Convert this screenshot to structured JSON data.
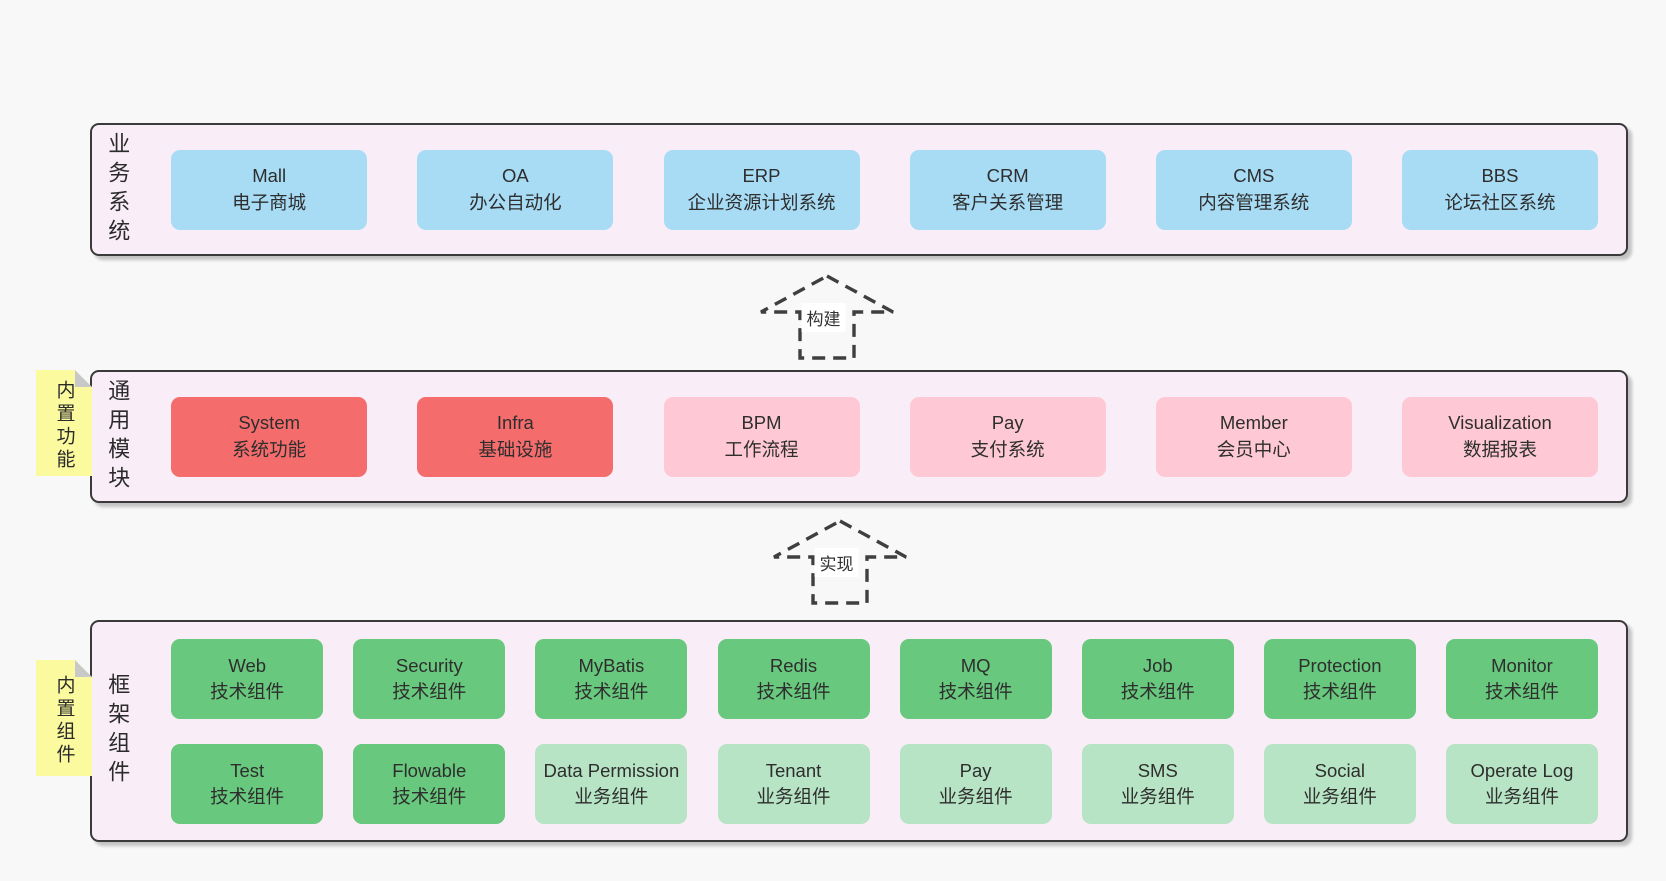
{
  "colors": {
    "page-bg": "#f8f8f8",
    "band-bg": "#f9edf7",
    "band-border": "#3a3a3a",
    "text": "#2e2e2e",
    "blue": "#a8dcf5",
    "red": "#f56c6c",
    "pink": "#fec9d4",
    "green": "#68c87d",
    "light-green": "#b7e4c4",
    "yellow": "#fbfa9f",
    "fold": "#c8c8c8",
    "arrow": "#3f3f3f",
    "arrow-label-bg": "#ffffff"
  },
  "bands": [
    {
      "label": "业务系统",
      "rows": [
        [
          {
            "title": "Mall",
            "subtitle": "电子商城",
            "variant": "blue"
          },
          {
            "title": "OA",
            "subtitle": "办公自动化",
            "variant": "blue"
          },
          {
            "title": "ERP",
            "subtitle": "企业资源计划系统",
            "variant": "blue"
          },
          {
            "title": "CRM",
            "subtitle": "客户关系管理",
            "variant": "blue"
          },
          {
            "title": "CMS",
            "subtitle": "内容管理系统",
            "variant": "blue"
          },
          {
            "title": "BBS",
            "subtitle": "论坛社区系统",
            "variant": "blue"
          }
        ]
      ]
    },
    {
      "label": "通用模块",
      "note": "内置功能",
      "rows": [
        [
          {
            "title": "System",
            "subtitle": "系统功能",
            "variant": "red"
          },
          {
            "title": "Infra",
            "subtitle": "基础设施",
            "variant": "red"
          },
          {
            "title": "BPM",
            "subtitle": "工作流程",
            "variant": "pink"
          },
          {
            "title": "Pay",
            "subtitle": "支付系统",
            "variant": "pink"
          },
          {
            "title": "Member",
            "subtitle": "会员中心",
            "variant": "pink"
          },
          {
            "title": "Visualization",
            "subtitle": "数据报表",
            "variant": "pink"
          }
        ]
      ]
    },
    {
      "label": "框架组件",
      "note": "内置组件",
      "rows": [
        [
          {
            "title": "Web",
            "subtitle": "技术组件",
            "variant": "green"
          },
          {
            "title": "Security",
            "subtitle": "技术组件",
            "variant": "green"
          },
          {
            "title": "MyBatis",
            "subtitle": "技术组件",
            "variant": "green"
          },
          {
            "title": "Redis",
            "subtitle": "技术组件",
            "variant": "green"
          },
          {
            "title": "MQ",
            "subtitle": "技术组件",
            "variant": "green"
          },
          {
            "title": "Job",
            "subtitle": "技术组件",
            "variant": "green"
          },
          {
            "title": "Protection",
            "subtitle": "技术组件",
            "variant": "green"
          },
          {
            "title": "Monitor",
            "subtitle": "技术组件",
            "variant": "green"
          }
        ],
        [
          {
            "title": "Test",
            "subtitle": "技术组件",
            "variant": "green"
          },
          {
            "title": "Flowable",
            "subtitle": "技术组件",
            "variant": "green"
          },
          {
            "title": "Data Permission",
            "subtitle": "业务组件",
            "variant": "light-green"
          },
          {
            "title": "Tenant",
            "subtitle": "业务组件",
            "variant": "light-green"
          },
          {
            "title": "Pay",
            "subtitle": "业务组件",
            "variant": "light-green"
          },
          {
            "title": "SMS",
            "subtitle": "业务组件",
            "variant": "light-green"
          },
          {
            "title": "Social",
            "subtitle": "业务组件",
            "variant": "light-green"
          },
          {
            "title": "Operate Log",
            "subtitle": "业务组件",
            "variant": "light-green"
          }
        ]
      ]
    }
  ],
  "arrows": [
    {
      "label": "构建"
    },
    {
      "label": "实现"
    }
  ]
}
